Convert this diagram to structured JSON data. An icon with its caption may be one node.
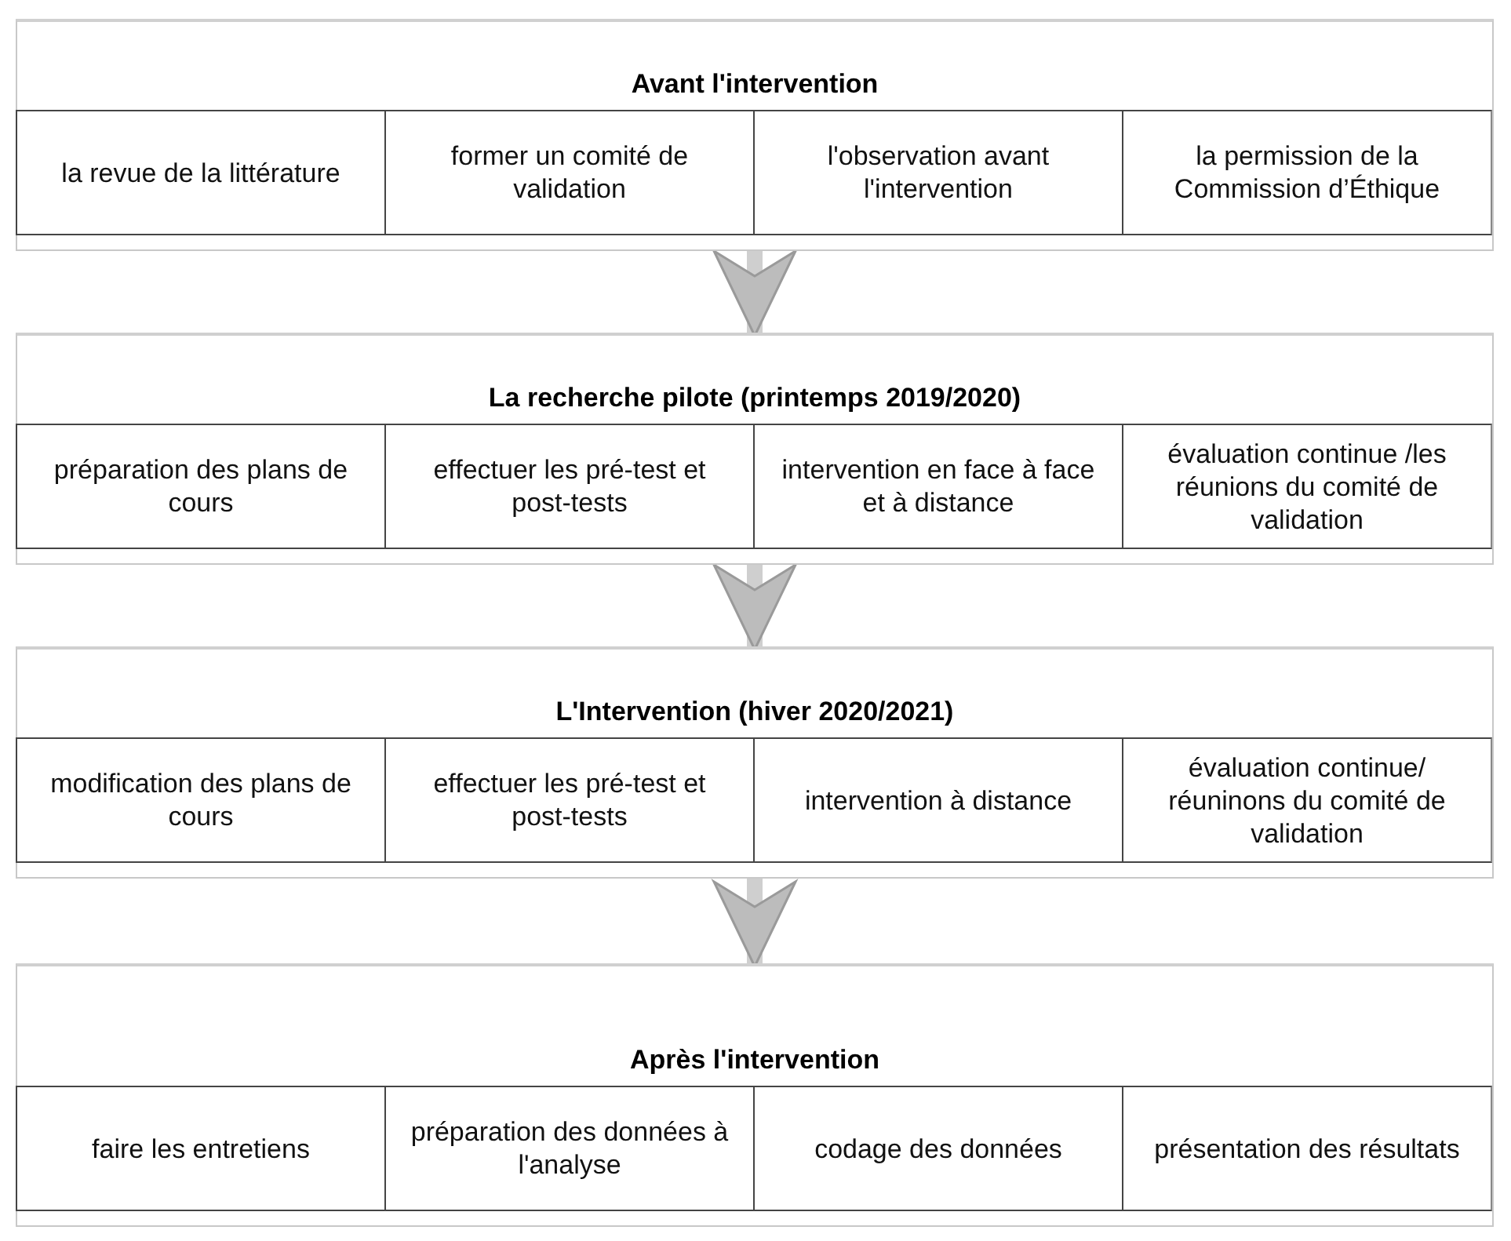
{
  "diagram": {
    "nodes": [
      {
        "text": [
          "Avant l'intervention"
        ]
      },
      {
        "text": [
          "la revue de la littérature"
        ],
        "in": 0
      },
      {
        "text": [
          "former un comité de validation"
        ],
        "in": 0
      },
      {
        "text": [
          "l'observation avant l'intervention"
        ],
        "in": 0
      },
      {
        "text": [
          "la permission de la Commission d’Éthique"
        ],
        "in": 0
      },
      {
        "text": [
          "La recherche pilote (printemps 2019/2020)"
        ]
      },
      {
        "text": [
          "préparation des plans de cours"
        ],
        "in": 5
      },
      {
        "text": [
          "effectuer les pré-test et post-tests"
        ],
        "in": 5
      },
      {
        "text": [
          "intervention en face à face et à distance"
        ],
        "in": 5
      },
      {
        "text": [
          "évaluation continue /les réunions du comité de validation"
        ],
        "in": 5
      },
      {
        "text": [
          "L'Intervention (hiver 2020/2021)"
        ]
      },
      {
        "text": [
          "modification des plans de cours"
        ],
        "in": 10
      },
      {
        "text": [
          "effectuer les pré-test et post-tests"
        ],
        "in": 10
      },
      {
        "text": [
          "intervention à distance"
        ],
        "in": 10
      },
      {
        "text": [
          "évaluation continue/ réuninons du comité de validation"
        ],
        "in": 10
      },
      {
        "text": [
          "Après l'intervention"
        ]
      },
      {
        "text": [
          "faire les entretiens"
        ],
        "in": 15
      },
      {
        "text": [
          "préparation des données à l'analyse"
        ],
        "in": 15
      },
      {
        "text": [
          "codage des données"
        ],
        "in": 15
      },
      {
        "text": [
          "présentation des résultats"
        ],
        "in": 15
      }
    ],
    "edges": [
      {
        "from": 0,
        "to": 5,
        "arrow": "to"
      },
      {
        "from": 5,
        "to": 10,
        "arrow": "to"
      },
      {
        "from": 10,
        "to": 15,
        "arrow": "to"
      }
    ]
  }
}
